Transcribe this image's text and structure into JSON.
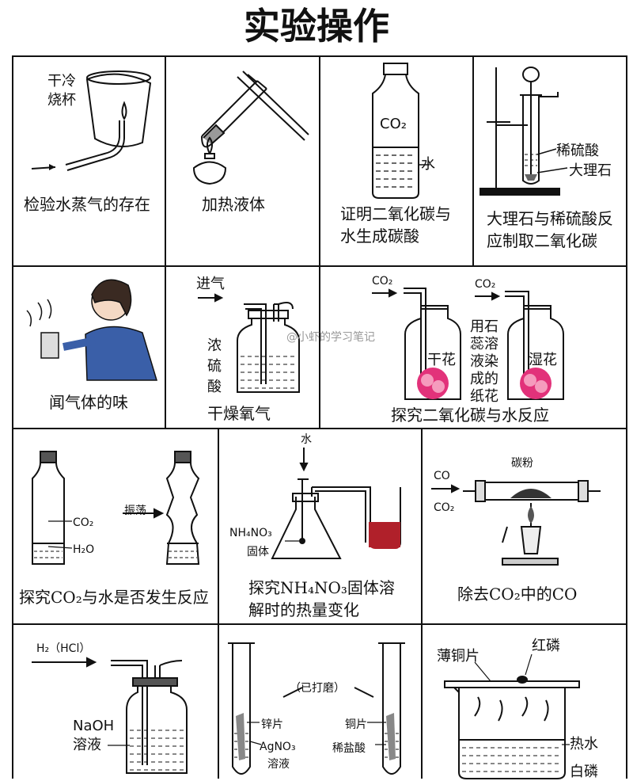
{
  "page": {
    "title": "实验操作"
  },
  "watermark": "@小虾的学习笔记",
  "cells": {
    "c1": {
      "caption": "检验水蒸气的存在",
      "label_cup_1": "干冷",
      "label_cup_2": "烧杯"
    },
    "c2": {
      "caption": "加热液体"
    },
    "c3": {
      "caption_1": "证明二氧化碳与",
      "caption_2": "水生成碳酸",
      "label_gas": "CO₂",
      "label_water": "水"
    },
    "c4": {
      "caption_1": "大理石与稀硫酸反",
      "caption_2": "应制取二氧化碳",
      "label_acid": "稀硫酸",
      "label_stone": "大理石"
    },
    "c5": {
      "caption": "闻气体的味"
    },
    "c6": {
      "caption": "干燥氧气",
      "label_in": "进气",
      "label_acid_1": "浓",
      "label_acid_2": "硫",
      "label_acid_3": "酸"
    },
    "c7": {
      "caption": "探究二氧化碳与水反应",
      "label_co2_a": "CO₂",
      "label_co2_b": "CO₂",
      "label_dry": "干花",
      "label_wet": "湿花",
      "label_note": [
        "用石",
        "蕊溶",
        "液染",
        "成的",
        "纸花"
      ]
    },
    "c8": {
      "caption": "探究CO₂与水是否发生反应",
      "label_co2": "CO₂",
      "label_h2o": "H₂O",
      "label_shake": "振荡"
    },
    "c9": {
      "caption_1": "探究NH₄NO₃固体溶",
      "caption_2": "解时的热量变化",
      "label_water": "水",
      "label_solid_1": "NH₄NO₃",
      "label_solid_2": "固体"
    },
    "c10": {
      "caption": "除去CO₂中的CO",
      "label_co": "CO",
      "label_co2": "CO₂",
      "label_carbon": "碳粉"
    },
    "c11": {
      "label_gas": "H₂（HCl）",
      "label_naoh_1": "NaOH",
      "label_naoh_2": "溶液"
    },
    "c12": {
      "label_polish": "（已打磨）",
      "label_zn": "锌片",
      "label_cu": "铜片",
      "label_agno3_1": "AgNO₃",
      "label_agno3_2": "溶液",
      "label_hcl": "稀盐酸"
    },
    "c13": {
      "label_cu": "薄铜片",
      "label_redp": "红磷",
      "label_hotwater": "热水",
      "label_whitep": "白磷"
    }
  },
  "colors": {
    "line": "#111111",
    "red_liquid": "#b0202a",
    "flower": "#e2327a",
    "watermark": "#999999"
  }
}
